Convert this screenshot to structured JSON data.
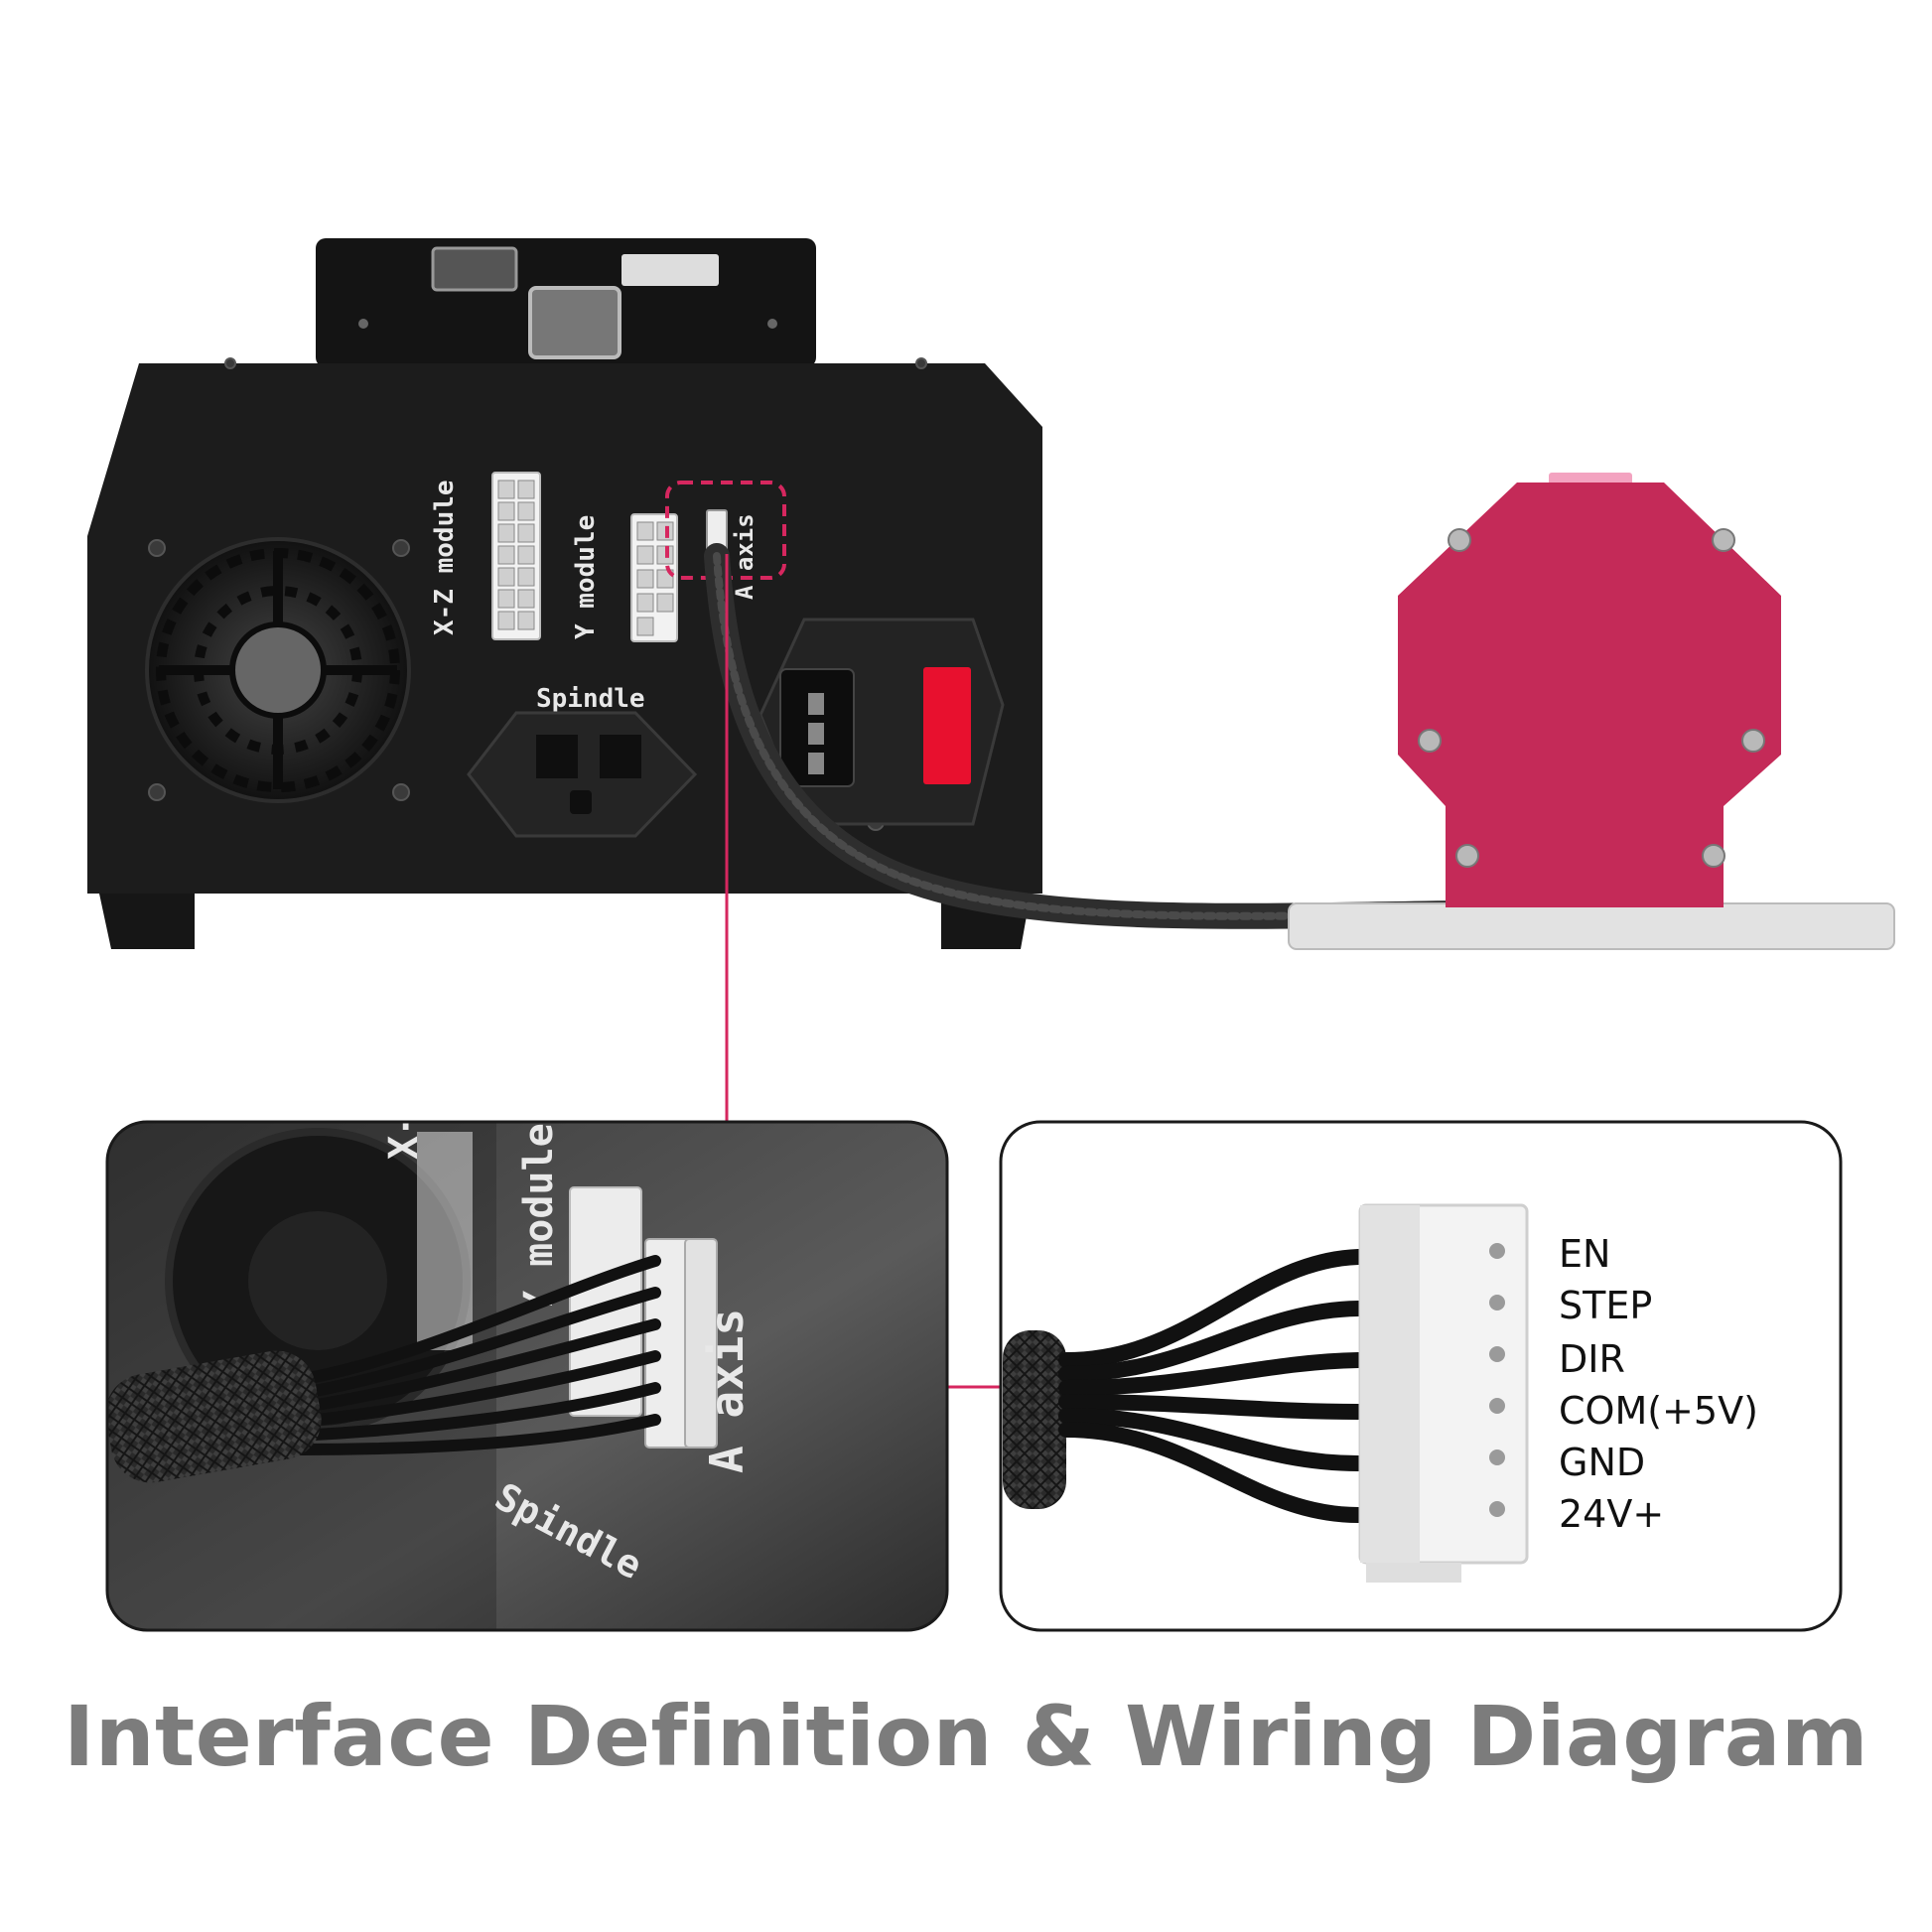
{
  "title": "Interface Definition & Wiring Diagram",
  "device_labels": {
    "xz_module": "X-Z module",
    "y_module": "Y module",
    "a_axis": "A axis",
    "spindle": "Spindle"
  },
  "pins": [
    "EN",
    "STEP",
    "DIR",
    "COM(+5V)",
    "GND",
    "24V+"
  ],
  "colors": {
    "accent": "#d6275f",
    "rotary_body": "#c42a58",
    "title": "#7c7c7c",
    "controller": "#1c1c1c"
  }
}
